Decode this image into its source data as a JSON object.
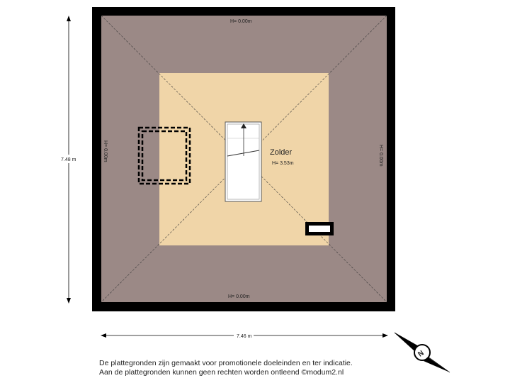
{
  "floorplan": {
    "room": {
      "name": "Zolder",
      "height": "H= 3.53m"
    },
    "roof_heights": {
      "top": "H= 0.00m",
      "bottom": "H= 0.00m",
      "left": "H= 0.00m",
      "right": "H= 0.00m"
    },
    "dimensions": {
      "width": "7.46 m",
      "depth": "7.48 m"
    },
    "compass": {
      "label": "N"
    },
    "colors": {
      "wall": "#000000",
      "sloped_roof": "#9b8986",
      "usable_floor": "#f0d5a8",
      "stair": "#ffffff"
    }
  },
  "disclaimer": {
    "line1": "De plattegronden zijn gemaakt voor promotionele doeleinden en ter indicatie.",
    "line2": "Aan de plattegronden kunnen geen rechten worden ontleend ©modum2.nl"
  }
}
